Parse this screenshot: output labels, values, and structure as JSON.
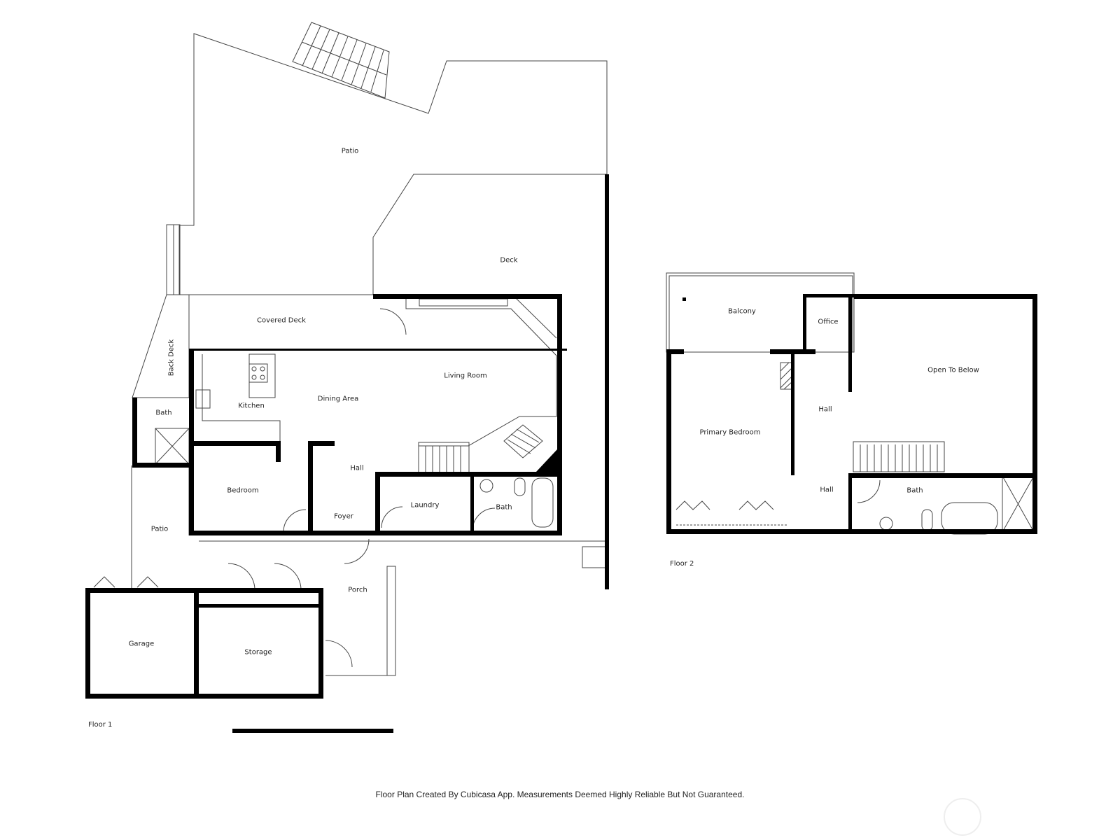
{
  "floor1": {
    "label": "Floor 1",
    "rooms": {
      "patio_top": "Patio",
      "deck": "Deck",
      "covered_deck": "Covered Deck",
      "back_deck": "Back Deck",
      "kitchen": "Kitchen",
      "dining_area": "Dining Area",
      "living_room": "Living Room",
      "bath_left": "Bath",
      "bedroom": "Bedroom",
      "hall": "Hall",
      "foyer": "Foyer",
      "laundry": "Laundry",
      "bath_right": "Bath",
      "patio_side": "Patio",
      "porch": "Porch",
      "garage": "Garage",
      "storage": "Storage"
    }
  },
  "floor2": {
    "label": "Floor 2",
    "rooms": {
      "balcony": "Balcony",
      "office": "Office",
      "open_to_below": "Open To Below",
      "primary_bedroom": "Primary Bedroom",
      "hall_upper": "Hall",
      "hall_lower": "Hall",
      "bath": "Bath"
    }
  },
  "footer": {
    "disclaimer": "Floor Plan Created By Cubicasa App. Measurements Deemed Highly Reliable But Not Guaranteed."
  },
  "colors": {
    "wall": "#000000",
    "line": "#555555",
    "background": "#ffffff"
  }
}
